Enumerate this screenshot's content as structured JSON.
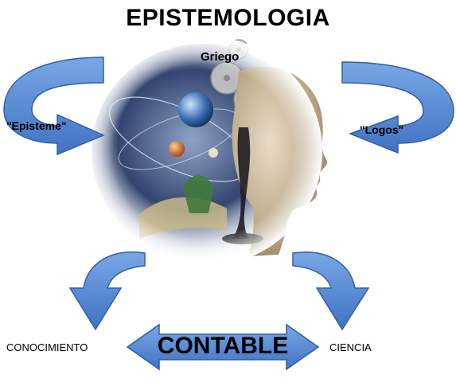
{
  "diagram": {
    "title": "EPISTEMOLOGIA",
    "origin_label": "Griego",
    "left_term": "\"Episteme\"",
    "right_term": "\"Logos\"",
    "bottom_left": "CONOCIMIENTO",
    "bottom_center": "CONTABLE",
    "bottom_right": "CIENCIA"
  },
  "colors": {
    "arrow_fill": "#5b8fd6",
    "arrow_dark": "#2f5fa8",
    "text": "#000000"
  }
}
